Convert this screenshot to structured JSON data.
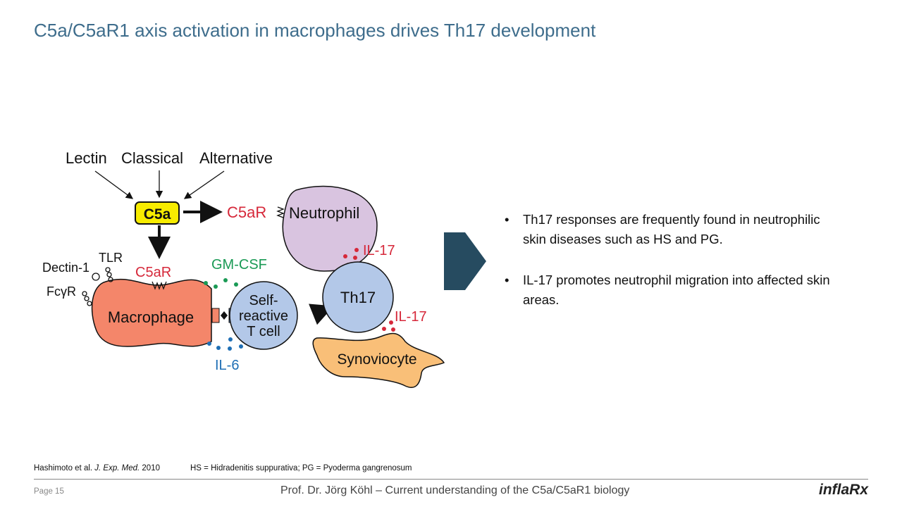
{
  "title": "C5a/C5aR1 axis activation in macrophages drives Th17 development",
  "diagram": {
    "pathways": [
      "Lectin",
      "Classical",
      "Alternative"
    ],
    "c5a": "C5a",
    "c5ar_neutrophil": "C5aR",
    "neutrophil": "Neutrophil",
    "dectin": "Dectin-1",
    "tlr": "TLR",
    "fcgr": "FcγR",
    "c5ar_macrophage": "C5aR",
    "gmcsf": "GM-CSF",
    "macrophage": "Macrophage",
    "tcell": [
      "Self-",
      "reactive",
      "T cell"
    ],
    "th17": "Th17",
    "il17_top": "IL-17",
    "il17_bottom": "IL-17",
    "il6": "IL-6",
    "synoviocyte": "Synoviocyte"
  },
  "bullets": [
    "Th17 responses are frequently found in neutrophilic skin diseases such as HS and PG.",
    "IL-17 promotes neutrophil migration into affected skin areas."
  ],
  "reference": {
    "authors": "Hashimoto  et al. ",
    "journal": "J. Exp. Med.",
    "year": " 2010"
  },
  "abbreviations": "HS = Hidradenitis suppurativa; PG = Pyoderma gangrenosum",
  "page": "Page 15",
  "footer": "Prof. Dr. Jörg Köhl – Current understanding of the C5a/C5aR1 biology",
  "logo": {
    "part1": "infla",
    "part2": "Rx"
  },
  "colors": {
    "title": "#3e6d8c",
    "arrow": "#264b60",
    "red": "#d6283a",
    "green": "#1a9a55",
    "blue": "#1f6fb5"
  }
}
